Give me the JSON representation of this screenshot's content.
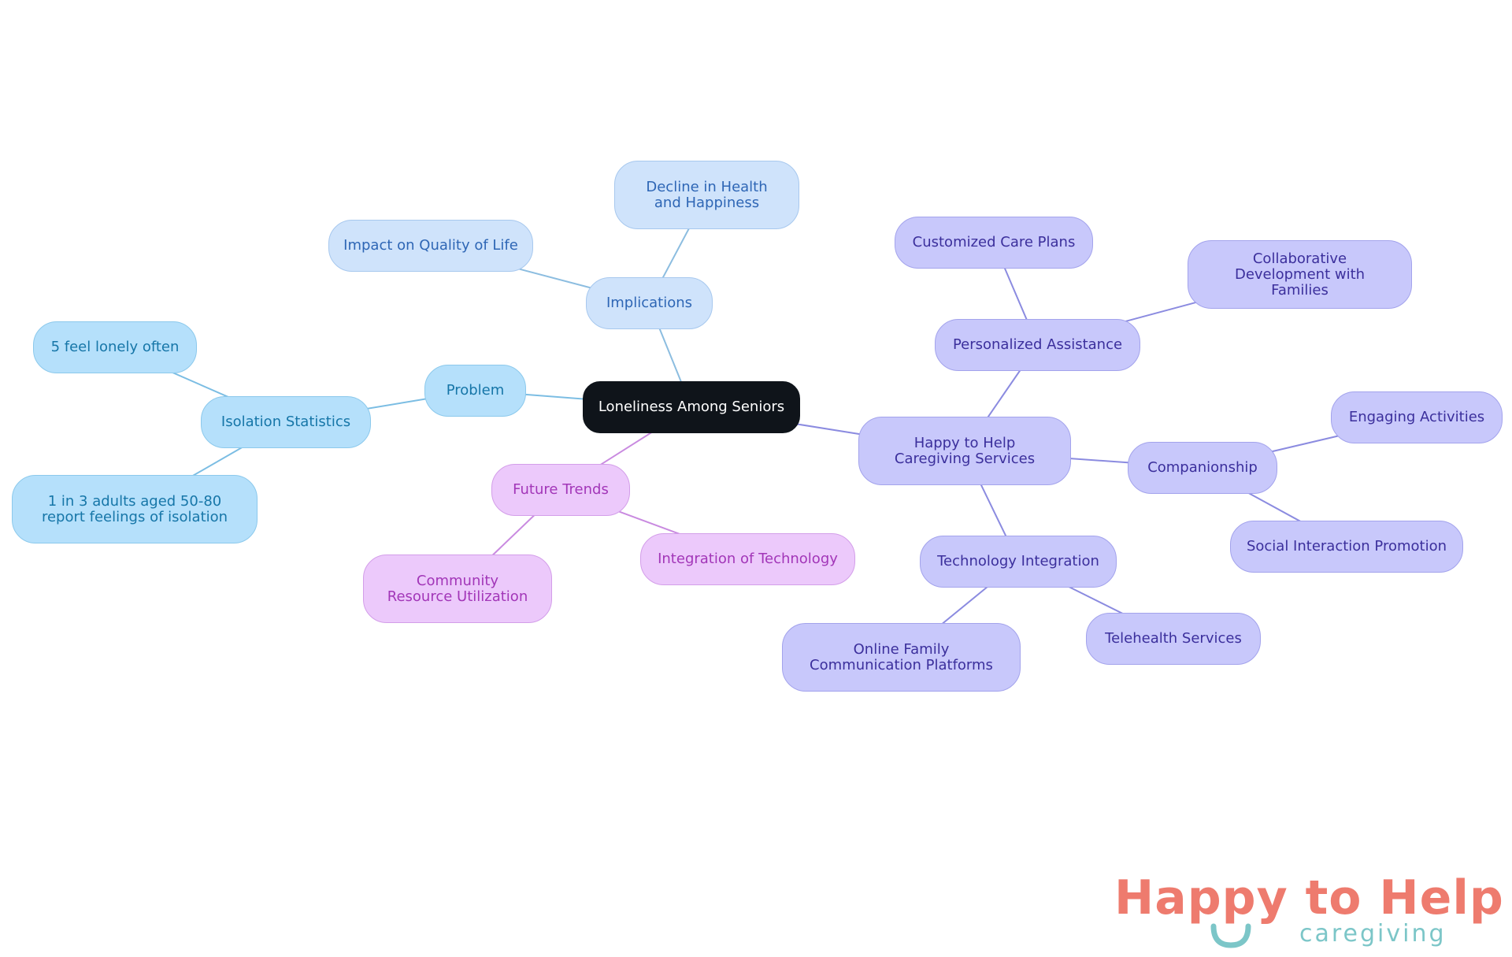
{
  "diagram": {
    "root": "Loneliness Among Seniors",
    "nodes": {
      "problem": "Problem",
      "isolation_statistics": "Isolation Statistics",
      "stat_lonely": "5 feel lonely often",
      "stat_isolation": "1 in 3 adults aged 50-80 report feelings of isolation",
      "implications": "Implications",
      "impact_quality": "Impact on Quality of Life",
      "decline_health": "Decline in Health and Happiness",
      "future_trends": "Future Trends",
      "community_resource": "Community Resource Utilization",
      "integration_technology": "Integration of Technology",
      "happy_services": "Happy to Help Caregiving Services",
      "personalized_assistance": "Personalized Assistance",
      "customized_care": "Customized Care Plans",
      "collaborative_development": "Collaborative Development with Families",
      "companionship": "Companionship",
      "engaging_activities": "Engaging Activities",
      "social_interaction": "Social Interaction Promotion",
      "technology_integration": "Technology Integration",
      "online_family": "Online Family Communication Platforms",
      "telehealth": "Telehealth Services"
    },
    "colors": {
      "root_fill": "#0f141a",
      "problem_fill": "#b5e0fb",
      "implications_fill": "#cfe3fb",
      "services_fill": "#c8c8fb",
      "trends_fill": "#ecc9fb",
      "problem_edge": "#7bbde3",
      "implications_edge": "#8cbde0",
      "services_edge": "#8b8be0",
      "trends_edge": "#c98ae0"
    },
    "edges": [
      {
        "from": "root",
        "to": "problem",
        "branch": "problem"
      },
      {
        "from": "problem",
        "to": "isolation_statistics",
        "branch": "problem"
      },
      {
        "from": "isolation_statistics",
        "to": "stat_lonely",
        "branch": "problem"
      },
      {
        "from": "isolation_statistics",
        "to": "stat_isolation",
        "branch": "problem"
      },
      {
        "from": "root",
        "to": "implications",
        "branch": "implications"
      },
      {
        "from": "implications",
        "to": "impact_quality",
        "branch": "implications"
      },
      {
        "from": "implications",
        "to": "decline_health",
        "branch": "implications"
      },
      {
        "from": "root",
        "to": "future_trends",
        "branch": "trends"
      },
      {
        "from": "future_trends",
        "to": "community_resource",
        "branch": "trends"
      },
      {
        "from": "future_trends",
        "to": "integration_technology",
        "branch": "trends"
      },
      {
        "from": "root",
        "to": "happy_services",
        "branch": "services"
      },
      {
        "from": "happy_services",
        "to": "personalized_assistance",
        "branch": "services"
      },
      {
        "from": "personalized_assistance",
        "to": "customized_care",
        "branch": "services"
      },
      {
        "from": "personalized_assistance",
        "to": "collaborative_development",
        "branch": "services"
      },
      {
        "from": "happy_services",
        "to": "companionship",
        "branch": "services"
      },
      {
        "from": "companionship",
        "to": "engaging_activities",
        "branch": "services"
      },
      {
        "from": "companionship",
        "to": "social_interaction",
        "branch": "services"
      },
      {
        "from": "happy_services",
        "to": "technology_integration",
        "branch": "services"
      },
      {
        "from": "technology_integration",
        "to": "online_family",
        "branch": "services"
      },
      {
        "from": "technology_integration",
        "to": "telehealth",
        "branch": "services"
      }
    ]
  },
  "logo": {
    "word_happy": "Happy",
    "word_to": "to",
    "word_help": "Help",
    "tagline": "caregiving",
    "coral": "#ee7b6e",
    "teal": "#7cc6c8"
  }
}
